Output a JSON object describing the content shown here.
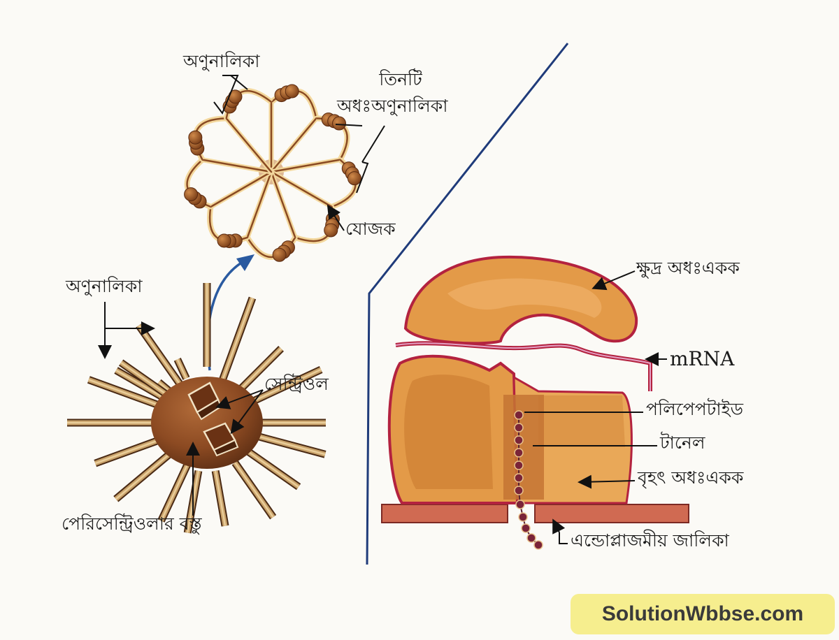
{
  "left": {
    "cross_section": {
      "microtubule_label": "অণুনালিকা",
      "triplet_label_line1": "তিনটি",
      "triplet_label_line2": "অধঃঅণুনালিকা",
      "linker_label": "যোজক"
    },
    "centrosome": {
      "microtubule_label": "অণুনালিকা",
      "centriole_label": "সেন্ট্রিওল",
      "pericentriolar_label": "পেরিসেন্ট্রিওলার বস্তু"
    }
  },
  "right": {
    "small_subunit_label": "ক্ষুদ্র অধঃএকক",
    "mrna_label": "mRNA",
    "polypeptide_label": "পলিপেপটাইড",
    "tunnel_label": "টানেল",
    "large_subunit_label": "বৃহৎ অধঃএকক",
    "er_label": "এন্ডোপ্লাজমীয় জালিকা"
  },
  "watermark": "SolutionWbbse.com",
  "colors": {
    "ribosome": "#d98c3c",
    "ribosome_highlight": "#e9a858",
    "membrane": "#b3223f",
    "er": "#d06a52",
    "rod": "#c9a26a",
    "sphere": "#8c4a22",
    "bead": "#9b5826",
    "divider": "#1f3b7a",
    "arrow": "#2a5aa0",
    "watermark_bg": "#f6ee8e"
  }
}
